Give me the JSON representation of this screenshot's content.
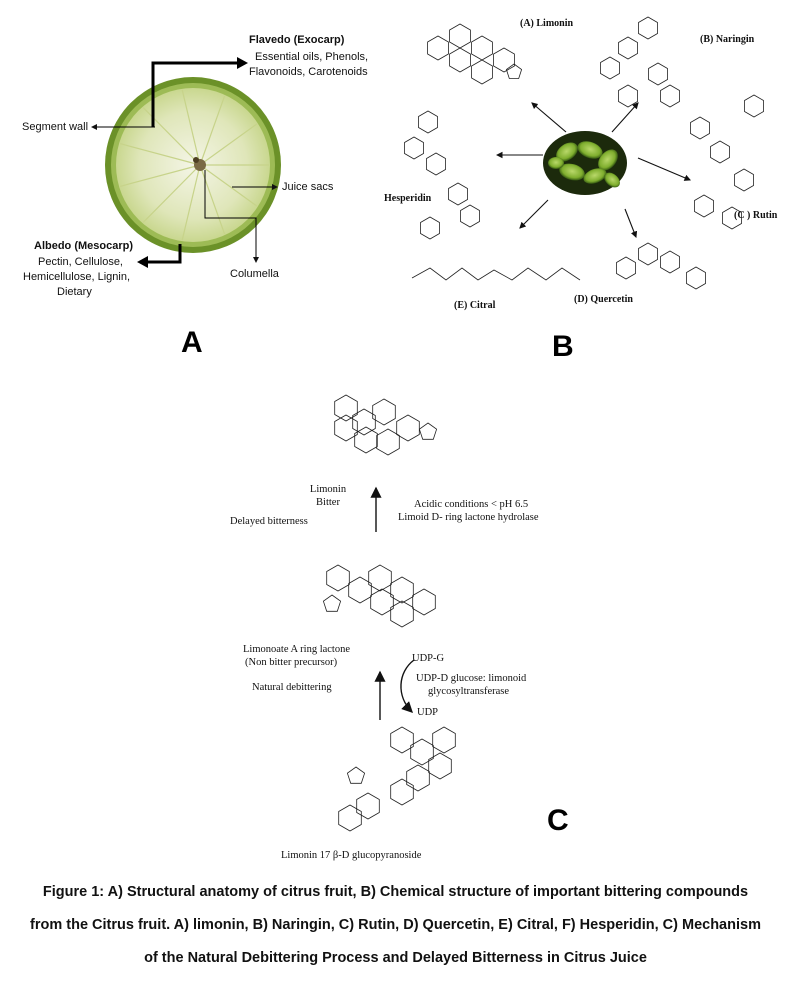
{
  "panel_a": {
    "label": "A",
    "flavedo_title": "Flavedo (Exocarp)",
    "flavedo_line1": "Essential oils, Phenols,",
    "flavedo_line2": "Flavonoids, Carotenoids",
    "segment_wall": "Segment wall",
    "juice_sacs": "Juice sacs",
    "albedo_title": "Albedo (Mesocarp)",
    "albedo_line1": "Pectin, Cellulose,",
    "albedo_line2": "Hemicellulose, Lignin,",
    "albedo_line3": "Dietary",
    "columella": "Columella"
  },
  "panel_b": {
    "label": "B",
    "limonin": "(A) Limonin",
    "naringin": "(B) Naringin",
    "rutin": "(C ) Rutin",
    "quercetin": "(D) Quercetin",
    "citral": "(E) Citral",
    "hesperidin": "Hesperidin"
  },
  "panel_c": {
    "label": "C",
    "limonin_line1": "Limonin",
    "limonin_line2": "Bitter",
    "delayed": "Delayed bitterness",
    "acidic_line1": "Acidic conditions < pH 6.5",
    "acidic_line2": "Limoid D- ring lactone hydrolase",
    "limonoate_line1": "Limonoate A ring lactone",
    "limonoate_line2": "(Non bitter precursor)",
    "natural": "Natural debittering",
    "udpg": "UDP-G",
    "enzyme_line1": "UDP-D glucose: limonoid",
    "enzyme_line2": "glycosyltransferase",
    "udp": "UDP",
    "glucoside": "Limonin 17 β-D glucopyranoside"
  },
  "caption": {
    "line1": "Figure 1: A) Structural anatomy of citrus fruit, B) Chemical structure of important bittering compounds",
    "line2": "from the Citrus fruit. A) limonin, B) Naringin, C) Rutin, D) Quercetin, E) Citral, F) Hesperidin, C) Mechanism",
    "line3": "of the Natural Debittering Process and Delayed Bitterness in Citrus Juice"
  },
  "colors": {
    "rind": "#5f8a22",
    "rind_light": "#a9c46a",
    "pulp": "#e6ebc8",
    "bean": "#7fae2e",
    "bean_dark": "#3d6a12"
  }
}
